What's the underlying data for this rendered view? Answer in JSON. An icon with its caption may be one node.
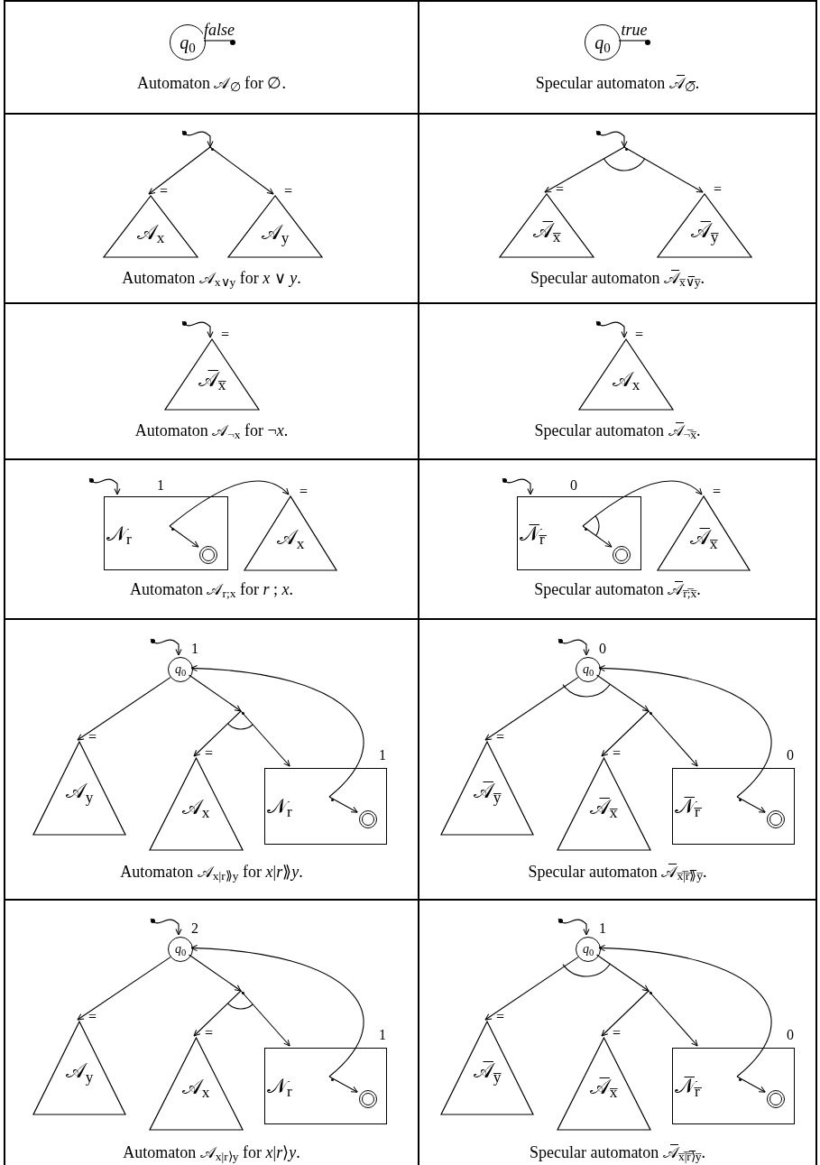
{
  "diagram": {
    "nodes": [
      {
        "text": [
          "Automaton 𝒜$_{∅}$ for ∅."
        ]
      },
      {
        "text": [
          "*q*$_{0}$"
        ],
        "in": 0
      },
      {
        "text": [],
        "shape": "dot",
        "in": 0
      },
      {
        "text": [
          "Specular automaton 𝒜̅$_{∅̅}$."
        ]
      },
      {
        "text": [
          "*q*$_{0}$"
        ],
        "in": 3
      },
      {
        "text": [],
        "shape": "dot",
        "in": 3
      },
      {
        "text": [
          "Automaton 𝒜$_{x∨y}$ for *x* ∨ *y*."
        ]
      },
      {
        "text": [],
        "shape": "point",
        "in": 6
      },
      {
        "text": [
          "𝒜$_{x}$"
        ],
        "beside": [
          "="
        ],
        "in": 6
      },
      {
        "text": [
          "𝒜$_{y}$"
        ],
        "beside": [
          "="
        ],
        "in": 6
      },
      {
        "text": [
          "Specular automaton 𝒜̅$_{x̅∨̅y̅}$."
        ]
      },
      {
        "text": [],
        "shape": "point",
        "in": 10
      },
      {
        "text": [
          "𝒜̅$_{x̅}$"
        ],
        "beside": [
          "="
        ],
        "in": 10
      },
      {
        "text": [
          "𝒜̅$_{y̅}$"
        ],
        "beside": [
          "="
        ],
        "in": 10
      },
      {
        "text": [
          "Automaton 𝒜$_{¬x}$ for ¬*x*."
        ]
      },
      {
        "text": [
          "𝒜̅$_{x̅}$"
        ],
        "beside": [
          "="
        ],
        "in": 14
      },
      {
        "text": [
          "Specular automaton 𝒜̅$_{¬̅x̅}$."
        ]
      },
      {
        "text": [
          "𝒜$_{x}$"
        ],
        "beside": [
          "="
        ],
        "in": 16
      },
      {
        "text": [
          "Automaton 𝒜$_{r;x}$ for *r* ; *x*."
        ]
      },
      {
        "text": [
          "𝒩$_{r}$"
        ],
        "beside": [
          "1"
        ],
        "in": 18
      },
      {
        "text": [],
        "shape": "point",
        "in": 19
      },
      {
        "text": [],
        "shape": "circle",
        "in": 19
      },
      {
        "text": [
          "𝒜$_{x}$"
        ],
        "beside": [
          "="
        ],
        "in": 18
      },
      {
        "text": [
          "Specular automaton 𝒜̅$_{r̅;̅x̅}$."
        ]
      },
      {
        "text": [
          "𝒩̅$_{r̅}$"
        ],
        "beside": [
          "0"
        ],
        "in": 23
      },
      {
        "text": [],
        "shape": "point",
        "in": 24
      },
      {
        "text": [],
        "shape": "circle",
        "in": 24
      },
      {
        "text": [
          "𝒜̅$_{x̅}$"
        ],
        "beside": [
          "="
        ],
        "in": 23
      },
      {
        "text": [
          "Automaton 𝒜$_{x|r⟫y}$ for *x*|*r*⟫*y*."
        ]
      },
      {
        "text": [
          "*q*$_{0}$"
        ],
        "beside": [
          "1"
        ],
        "in": 28
      },
      {
        "text": [
          "𝒜$_{y}$"
        ],
        "beside": [
          "="
        ],
        "in": 28
      },
      {
        "text": [],
        "shape": "point",
        "in": 28
      },
      {
        "text": [
          "𝒜$_{x}$"
        ],
        "beside": [
          "="
        ],
        "in": 28
      },
      {
        "text": [
          "𝒩$_{r}$"
        ],
        "beside": [
          "1"
        ],
        "in": 28
      },
      {
        "text": [],
        "shape": "point",
        "in": 33
      },
      {
        "text": [],
        "shape": "circle",
        "in": 33
      },
      {
        "text": [
          "Specular automaton 𝒜̅$_{x̅|̅r̅⟫̅y̅}$."
        ]
      },
      {
        "text": [
          "*q*$_{0}$"
        ],
        "beside": [
          "0"
        ],
        "in": 36
      },
      {
        "text": [
          "𝒜̅$_{y̅}$"
        ],
        "beside": [
          "="
        ],
        "in": 36
      },
      {
        "text": [],
        "shape": "point",
        "in": 36
      },
      {
        "text": [
          "𝒜̅$_{x̅}$"
        ],
        "beside": [
          "="
        ],
        "in": 36
      },
      {
        "text": [
          "𝒩̅$_{r̅}$"
        ],
        "beside": [
          "0"
        ],
        "in": 36
      },
      {
        "text": [],
        "shape": "point",
        "in": 41
      },
      {
        "text": [],
        "shape": "circle",
        "in": 41
      },
      {
        "text": [
          "Automaton 𝒜$_{x|r⟩y}$ for *x*|*r*⟩*y*."
        ]
      },
      {
        "text": [
          "*q*$_{0}$"
        ],
        "beside": [
          "2"
        ],
        "in": 44
      },
      {
        "text": [
          "𝒜$_{y}$"
        ],
        "beside": [
          "="
        ],
        "in": 44
      },
      {
        "text": [],
        "shape": "point",
        "in": 44
      },
      {
        "text": [
          "𝒜$_{x}$"
        ],
        "beside": [
          "="
        ],
        "in": 44
      },
      {
        "text": [
          "𝒩$_{r}$"
        ],
        "beside": [
          "1"
        ],
        "in": 44
      },
      {
        "text": [],
        "shape": "point",
        "in": 49
      },
      {
        "text": [],
        "shape": "circle",
        "in": 49
      },
      {
        "text": [
          "Specular automaton 𝒜̅$_{x̅|̅r̅⟩̅y̅}$."
        ]
      },
      {
        "text": [
          "*q*$_{0}$"
        ],
        "beside": [
          "1"
        ],
        "in": 52
      },
      {
        "text": [
          "𝒜̅$_{y̅}$"
        ],
        "beside": [
          "="
        ],
        "in": 52
      },
      {
        "text": [],
        "shape": "point",
        "in": 52
      },
      {
        "text": [
          "𝒜̅$_{x̅}$"
        ],
        "beside": [
          "="
        ],
        "in": 52
      },
      {
        "text": [
          "𝒩̅$_{r̅}$"
        ],
        "beside": [
          "0"
        ],
        "in": 52
      },
      {
        "text": [],
        "shape": "point",
        "in": 57
      },
      {
        "text": [],
        "shape": "circle",
        "in": 57
      },
      {
        "text": [],
        "shape": "dot",
        "in": 6
      },
      {
        "text": [],
        "shape": "dot",
        "in": 10
      },
      {
        "text": [],
        "shape": "dot",
        "in": 14
      },
      {
        "text": [],
        "shape": "dot",
        "in": 16
      },
      {
        "text": [],
        "shape": "dot",
        "in": 18
      },
      {
        "text": [],
        "shape": "dot",
        "in": 23
      },
      {
        "text": [],
        "shape": "dot",
        "in": 28
      },
      {
        "text": [],
        "shape": "dot",
        "in": 36
      },
      {
        "text": [],
        "shape": "dot",
        "in": 44
      },
      {
        "text": [],
        "shape": "dot",
        "in": 52
      }
    ],
    "edges": [
      {
        "from": 1,
        "to": 2,
        "arrow": "none",
        "label": "false"
      },
      {
        "from": 4,
        "to": 5,
        "arrow": "none",
        "label": "true"
      },
      {
        "from": 60,
        "to": 7,
        "arrow": "to"
      },
      {
        "from": 7,
        "to": 8,
        "arrow": "to"
      },
      {
        "from": 7,
        "to": 9,
        "arrow": "to"
      },
      {
        "from": 61,
        "to": 11,
        "arrow": "to"
      },
      {
        "from": 11,
        "to": 12,
        "arrow": "to"
      },
      {
        "from": 11,
        "to": 13,
        "arrow": "to"
      },
      {
        "from": 62,
        "to": 15,
        "arrow": "to"
      },
      {
        "from": 63,
        "to": 17,
        "arrow": "to"
      },
      {
        "from": 64,
        "to": 19,
        "arrow": "to"
      },
      {
        "from": 20,
        "to": 21,
        "arrow": "to"
      },
      {
        "from": 20,
        "to": 22,
        "arrow": "to"
      },
      {
        "from": 65,
        "to": 24,
        "arrow": "to"
      },
      {
        "from": 25,
        "to": 26,
        "arrow": "to"
      },
      {
        "from": 25,
        "to": 27,
        "arrow": "to"
      },
      {
        "from": 66,
        "to": 29,
        "arrow": "to"
      },
      {
        "from": 29,
        "to": 30,
        "arrow": "to"
      },
      {
        "from": 29,
        "to": 31,
        "arrow": "to"
      },
      {
        "from": 31,
        "to": 32,
        "arrow": "to"
      },
      {
        "from": 31,
        "to": 33,
        "arrow": "to"
      },
      {
        "from": 34,
        "to": 35,
        "arrow": "to"
      },
      {
        "from": 34,
        "to": 29,
        "arrow": "to"
      },
      {
        "from": 67,
        "to": 37,
        "arrow": "to"
      },
      {
        "from": 37,
        "to": 38,
        "arrow": "to"
      },
      {
        "from": 37,
        "to": 39,
        "arrow": "to"
      },
      {
        "from": 39,
        "to": 40,
        "arrow": "to"
      },
      {
        "from": 39,
        "to": 41,
        "arrow": "to"
      },
      {
        "from": 42,
        "to": 43,
        "arrow": "to"
      },
      {
        "from": 42,
        "to": 37,
        "arrow": "to"
      },
      {
        "from": 68,
        "to": 45,
        "arrow": "to"
      },
      {
        "from": 45,
        "to": 46,
        "arrow": "to"
      },
      {
        "from": 45,
        "to": 47,
        "arrow": "to"
      },
      {
        "from": 47,
        "to": 48,
        "arrow": "to"
      },
      {
        "from": 47,
        "to": 49,
        "arrow": "to"
      },
      {
        "from": 50,
        "to": 51,
        "arrow": "to"
      },
      {
        "from": 50,
        "to": 45,
        "arrow": "to"
      },
      {
        "from": 69,
        "to": 53,
        "arrow": "to"
      },
      {
        "from": 53,
        "to": 54,
        "arrow": "to"
      },
      {
        "from": 53,
        "to": 55,
        "arrow": "to"
      },
      {
        "from": 55,
        "to": 56,
        "arrow": "to"
      },
      {
        "from": 55,
        "to": 57,
        "arrow": "to"
      },
      {
        "from": 58,
        "to": 59,
        "arrow": "to"
      },
      {
        "from": 58,
        "to": 53,
        "arrow": "to"
      }
    ]
  }
}
